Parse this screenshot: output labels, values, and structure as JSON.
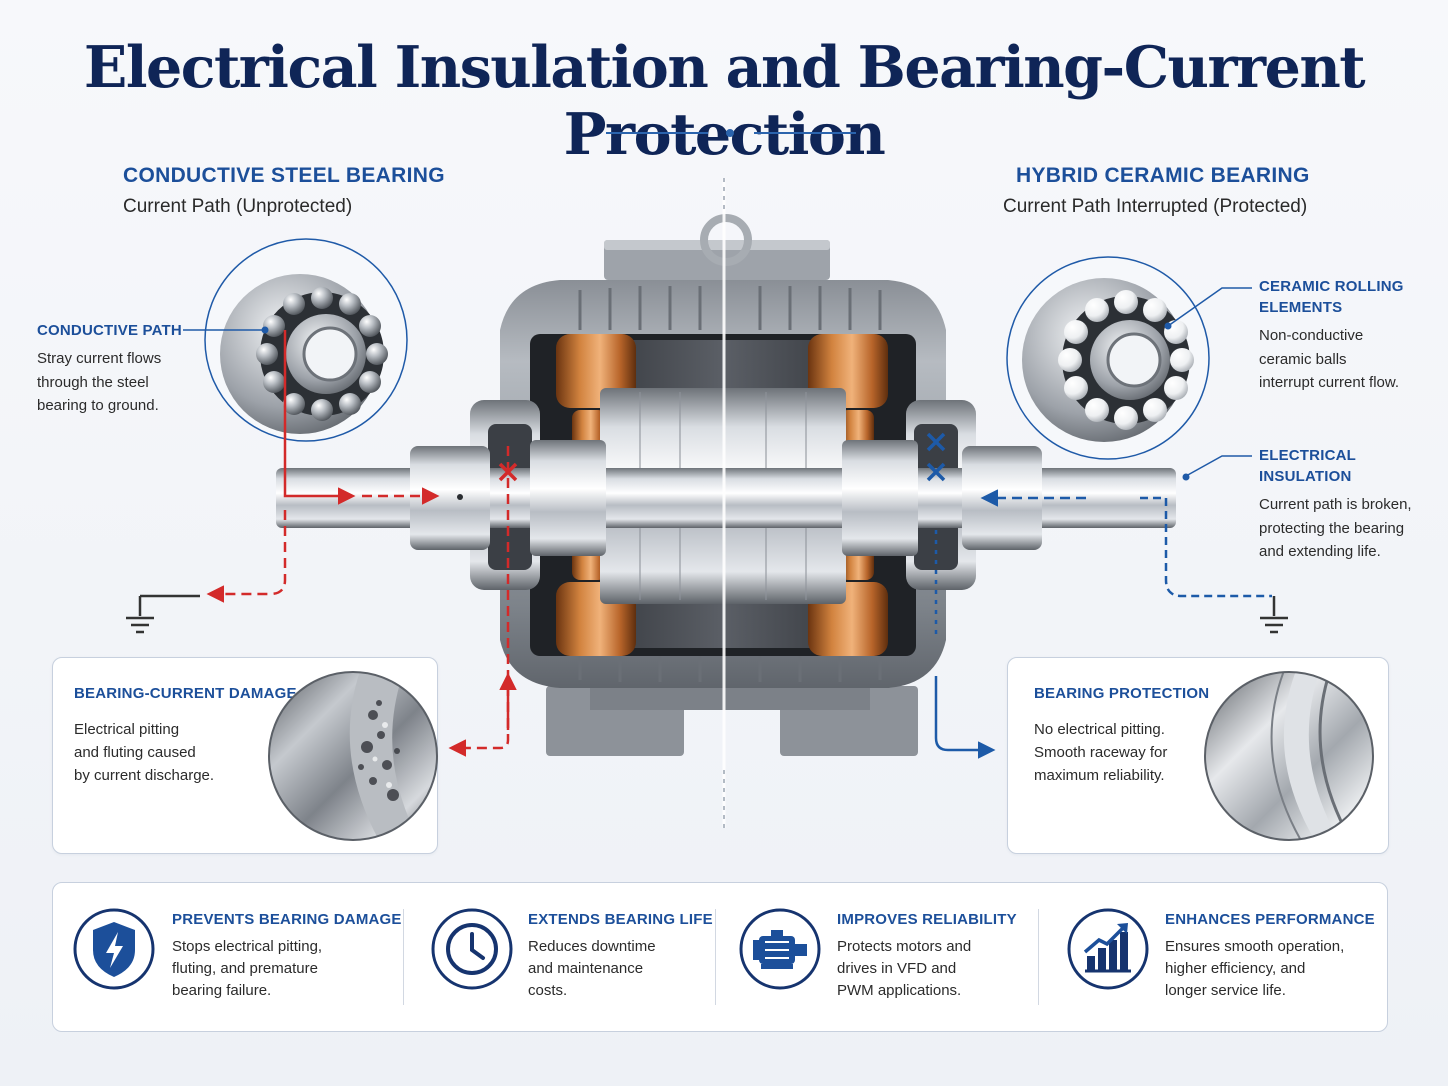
{
  "title": "Electrical Insulation and Bearing-Current Protection",
  "left_column": {
    "heading": "CONDUCTIVE STEEL BEARING",
    "subheading": "Current Path (Unprotected)",
    "callout": {
      "heading": "CONDUCTIVE PATH",
      "body": [
        "Stray current flows",
        "through the steel",
        "bearing to ground."
      ]
    },
    "panel": {
      "heading": "BEARING-CURRENT DAMAGE",
      "body": [
        "Electrical pitting",
        "and fluting caused",
        "by current discharge."
      ]
    }
  },
  "right_column": {
    "heading": "HYBRID CERAMIC BEARING",
    "subheading": "Current Path Interrupted (Protected)",
    "callout_ceramic": {
      "heading": [
        "CERAMIC ROLLING",
        "ELEMENTS"
      ],
      "body": [
        "Non-conductive",
        "ceramic balls",
        "interrupt current flow."
      ]
    },
    "callout_insulation": {
      "heading": [
        "ELECTRICAL",
        "INSULATION"
      ],
      "body": [
        "Current path is broken,",
        "protecting the bearing",
        "and extending life."
      ]
    },
    "panel": {
      "heading": "BEARING PROTECTION",
      "body": [
        "No electrical pitting.",
        "Smooth raceway for",
        "maximum reliability."
      ]
    }
  },
  "benefits": [
    {
      "icon": "shield-lightning-icon",
      "heading": "PREVENTS BEARING DAMAGE",
      "body": [
        "Stops electrical pitting,",
        "fluting, and premature",
        "bearing failure."
      ]
    },
    {
      "icon": "clock-icon",
      "heading": "EXTENDS BEARING LIFE",
      "body": [
        "Reduces downtime",
        "and maintenance",
        "costs."
      ]
    },
    {
      "icon": "motor-icon",
      "heading": "IMPROVES RELIABILITY",
      "body": [
        "Protects motors and",
        "drives in VFD and",
        "PWM applications."
      ]
    },
    {
      "icon": "bar-chart-arrow-icon",
      "heading": "ENHANCES PERFORMANCE",
      "body": [
        "Ensures smooth operation,",
        "higher efficiency, and",
        "longer service life."
      ]
    }
  ],
  "colors": {
    "title": "#0f2557",
    "accent_blue": "#1c4f9a",
    "current_red": "#d32a2a",
    "protected_blue": "#1d5aa8",
    "panel_border": "#c7d0de"
  }
}
